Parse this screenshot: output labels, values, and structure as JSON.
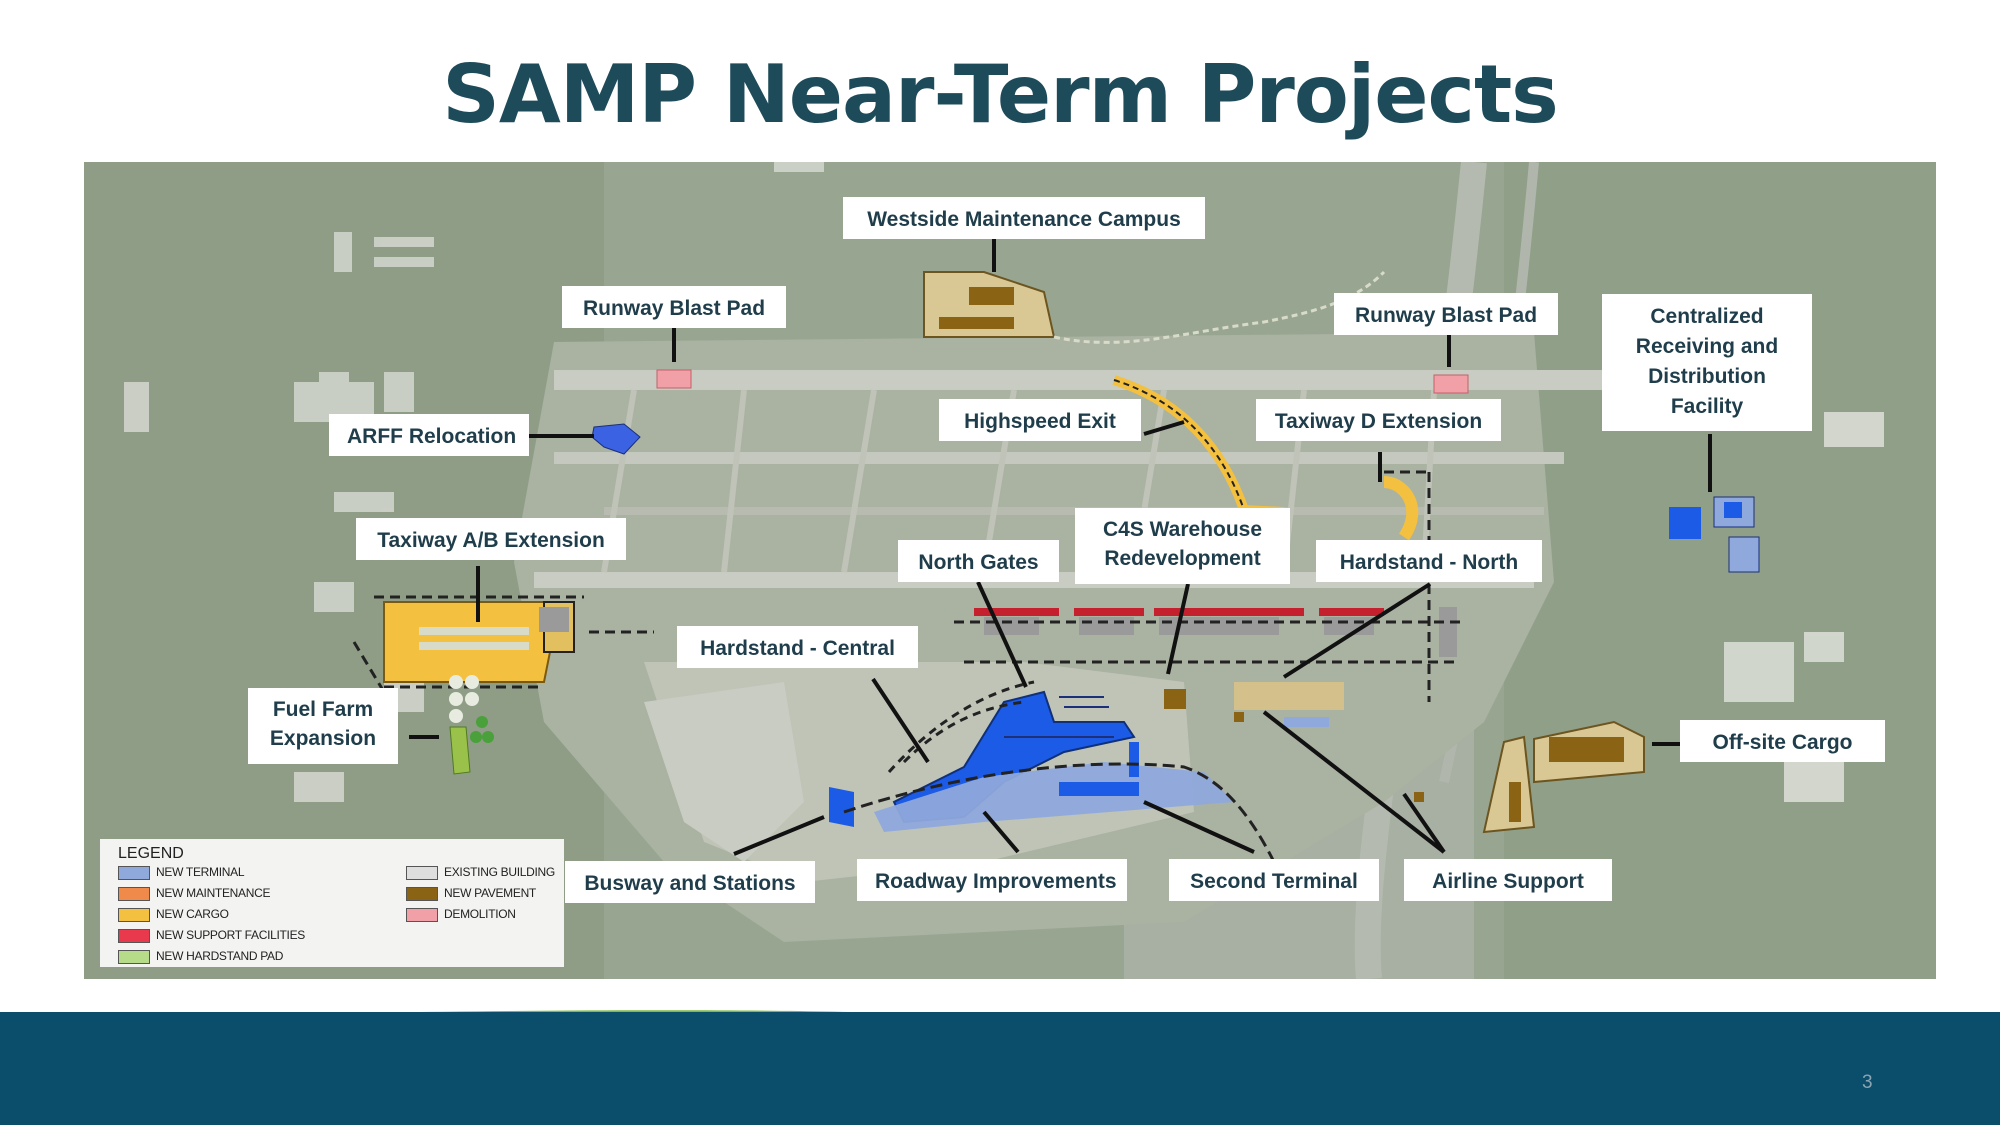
{
  "title": "SAMP Near-Term Projects",
  "page_number": "3",
  "callouts": [
    {
      "id": "westside",
      "text": "Westside Maintenance Campus"
    },
    {
      "id": "blast-west",
      "text": "Runway Blast Pad"
    },
    {
      "id": "blast-east",
      "text": "Runway Blast Pad"
    },
    {
      "id": "crdf",
      "text": "Centralized Receiving and Distribution Facility"
    },
    {
      "id": "arff",
      "text": "ARFF Relocation"
    },
    {
      "id": "highspeed",
      "text": "Highspeed Exit"
    },
    {
      "id": "taxiway-d",
      "text": "Taxiway D Extension"
    },
    {
      "id": "taxiway-ab",
      "text": "Taxiway A/B Extension"
    },
    {
      "id": "north-gates",
      "text": "North Gates"
    },
    {
      "id": "c4s",
      "text": "C4S Warehouse Redevelopment"
    },
    {
      "id": "hardstand-north",
      "text": "Hardstand - North"
    },
    {
      "id": "hardstand-central",
      "text": "Hardstand - Central"
    },
    {
      "id": "fuel-farm",
      "text": "Fuel Farm Expansion"
    },
    {
      "id": "offsite-cargo",
      "text": "Off-site Cargo"
    },
    {
      "id": "busway",
      "text": "Busway and Stations"
    },
    {
      "id": "roadway",
      "text": "Roadway Improvements"
    },
    {
      "id": "second-terminal",
      "text": "Second Terminal"
    },
    {
      "id": "airline-support",
      "text": "Airline Support"
    }
  ],
  "legend": {
    "title": "LEGEND",
    "items": [
      {
        "label": "NEW TERMINAL",
        "color": "#8fa9dc"
      },
      {
        "label": "NEW MAINTENANCE",
        "color": "#f08a4b"
      },
      {
        "label": "NEW CARGO",
        "color": "#f3c040"
      },
      {
        "label": "NEW SUPPORT FACILITIES",
        "color": "#e8394d"
      },
      {
        "label": "NEW HARDSTAND PAD",
        "color": "#b6dc8a"
      },
      {
        "label": "EXISTING BUILDING",
        "color": "#dedede"
      },
      {
        "label": "NEW PAVEMENT",
        "color": "#8a6414"
      },
      {
        "label": "DEMOLITION",
        "color": "#f2a0a8"
      }
    ]
  },
  "colors": {
    "title": "#1e4b5a",
    "footer": "#0b4e6b",
    "wave_blue": "#4eb3d3",
    "wave_green": "#7dbb44",
    "terminal_blue": "#1c5be6"
  }
}
